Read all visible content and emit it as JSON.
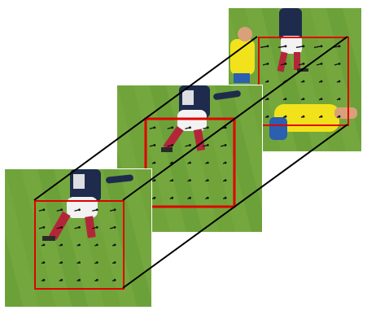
{
  "colors": {
    "background": "#ffffff",
    "pitch_light": "#74a83e",
    "pitch_dark": "#5e9430",
    "pitch_stripe": "#6a9f37",
    "box": "#e00000",
    "connector": "#000000",
    "motion_vector": "#111111",
    "jersey_navy": "#1e2b4d",
    "shorts_white": "#f2f2f2",
    "socks_red": "#b3263a",
    "kit_yellow": "#f2e21b",
    "kit_blue": "#2b5fb0",
    "skin": "#d9a07a"
  },
  "frames": [
    {
      "name": "frame-1",
      "scene": "player-number-11-dribbling",
      "vector_grid": [
        5,
        5
      ]
    },
    {
      "name": "frame-2",
      "scene": "player-number-11-dribbling",
      "vector_grid": [
        5,
        5
      ]
    },
    {
      "name": "frame-3",
      "scene": "players-contesting-ball",
      "vector_grid": [
        5,
        5
      ]
    }
  ],
  "connector_style": "black lines joining the red boxes across frames (spatio-temporal cube)"
}
